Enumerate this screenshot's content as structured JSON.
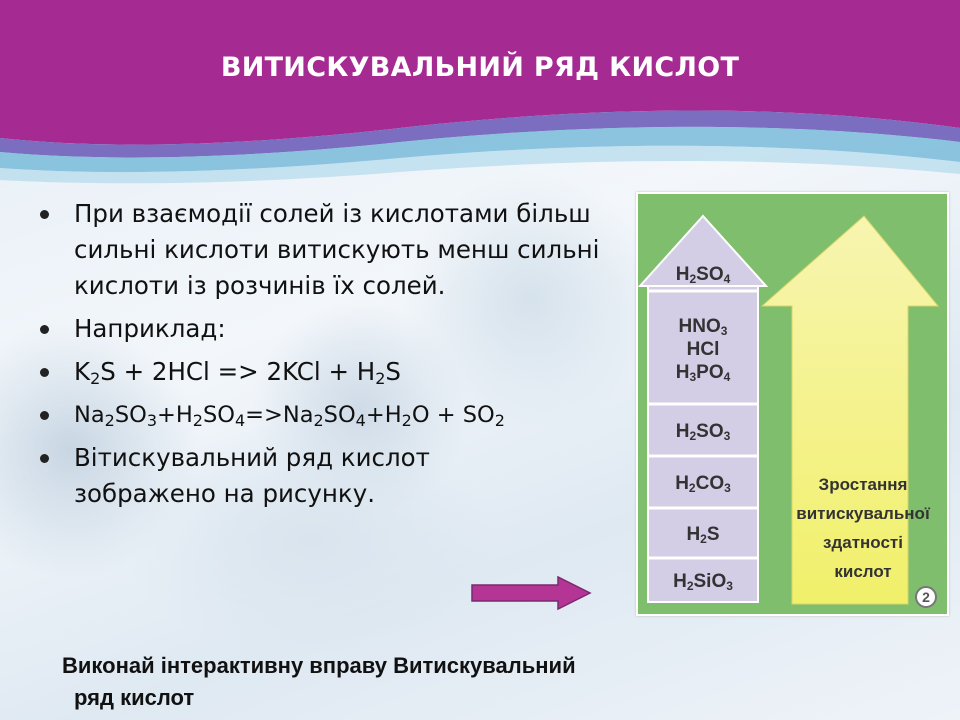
{
  "slide": {
    "title": "ВИТИСКУВАЛЬНИЙ РЯД КИСЛОТ",
    "bullets": [
      "При взаємодії солей із кислотами більш сильні кислоти витискують менш сильні кислоти із розчинів їх солей.",
      "Наприклад:",
      "Вітискувальний ряд кислот зображено на рисунку."
    ],
    "equation1": {
      "p1": "K",
      "s1": "2",
      "p2": "S + 2HCl => 2KCl + H",
      "s2": "2",
      "p3": "S"
    },
    "equation2": {
      "p1": "Na",
      "s1": "2",
      "p2": "SO",
      "s2": "3",
      "p3": "+H",
      "s3": "2",
      "p4": "SO",
      "s4": "4",
      "p5": "=>Na",
      "s5": "2",
      "p6": "SO",
      "s6": "4",
      "p7": "+H",
      "s7": "2",
      "p8": "O + SO",
      "s8": "2"
    },
    "exercise": {
      "line1": "Виконай інтерактивну вправу  Витискувальний",
      "line2": "ряд кислот"
    },
    "colors": {
      "banner": "#a52b93",
      "arrow_link": "#b53595",
      "picture_bg": "#7fbe6c",
      "acid_cells": "#d3cde6",
      "growth_arrow": "#f3f27e"
    }
  },
  "picture": {
    "acids": [
      {
        "a": "H",
        "b": "2",
        "c": "SO",
        "d": "4"
      },
      {
        "lines": [
          {
            "a": "HNO",
            "b": "3"
          },
          {
            "a": "HCl",
            "b": ""
          },
          {
            "a": "H",
            "b": "3",
            "c": "PO",
            "d": "4"
          }
        ]
      },
      {
        "a": "H",
        "b": "2",
        "c": "SO",
        "d": "3"
      },
      {
        "a": "H",
        "b": "2",
        "c": "CO",
        "d": "3"
      },
      {
        "a": "H",
        "b": "2",
        "c": "S",
        "d": ""
      },
      {
        "a": "H",
        "b": "2",
        "c": "SiO",
        "d": "3"
      }
    ],
    "growth_label": [
      "Зростання",
      "витискувальної",
      "здатності",
      "кислот"
    ],
    "badge": "2"
  }
}
